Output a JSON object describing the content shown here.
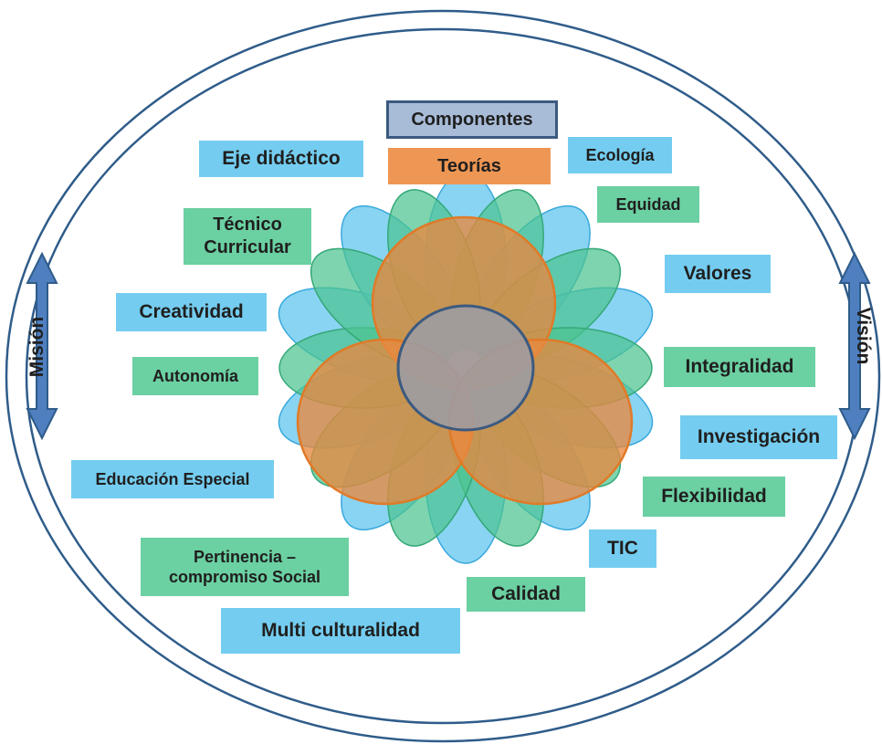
{
  "mission": "Misión",
  "vision": "Visión",
  "components": "Componentes",
  "theories": "Teorías",
  "labels": {
    "eje_didactico": "Eje didáctico",
    "tecnico_curricular_line1": "Técnico",
    "tecnico_curricular_line2": "Curricular",
    "creatividad": "Creatividad",
    "autonomia": "Autonomía",
    "educacion_especial": "Educación Especial",
    "pertinencia_line1": "Pertinencia –",
    "pertinencia_line2": "compromiso Social",
    "multiculturalidad": "Multi culturalidad",
    "calidad": "Calidad",
    "tic": "TIC",
    "flexibilidad": "Flexibilidad",
    "investigacion": "Investigación",
    "integralidad": "Integralidad",
    "valores": "Valores",
    "equidad": "Equidad",
    "ecologia": "Ecología"
  },
  "colors": {
    "blue_petal": "#5cc3ee",
    "green_petal": "#4cc48f",
    "orange_circle": "#e8883f",
    "center_circle": "#9a9ca6",
    "ring": "#2f5c8a",
    "arrow": "#4f7fbf"
  }
}
